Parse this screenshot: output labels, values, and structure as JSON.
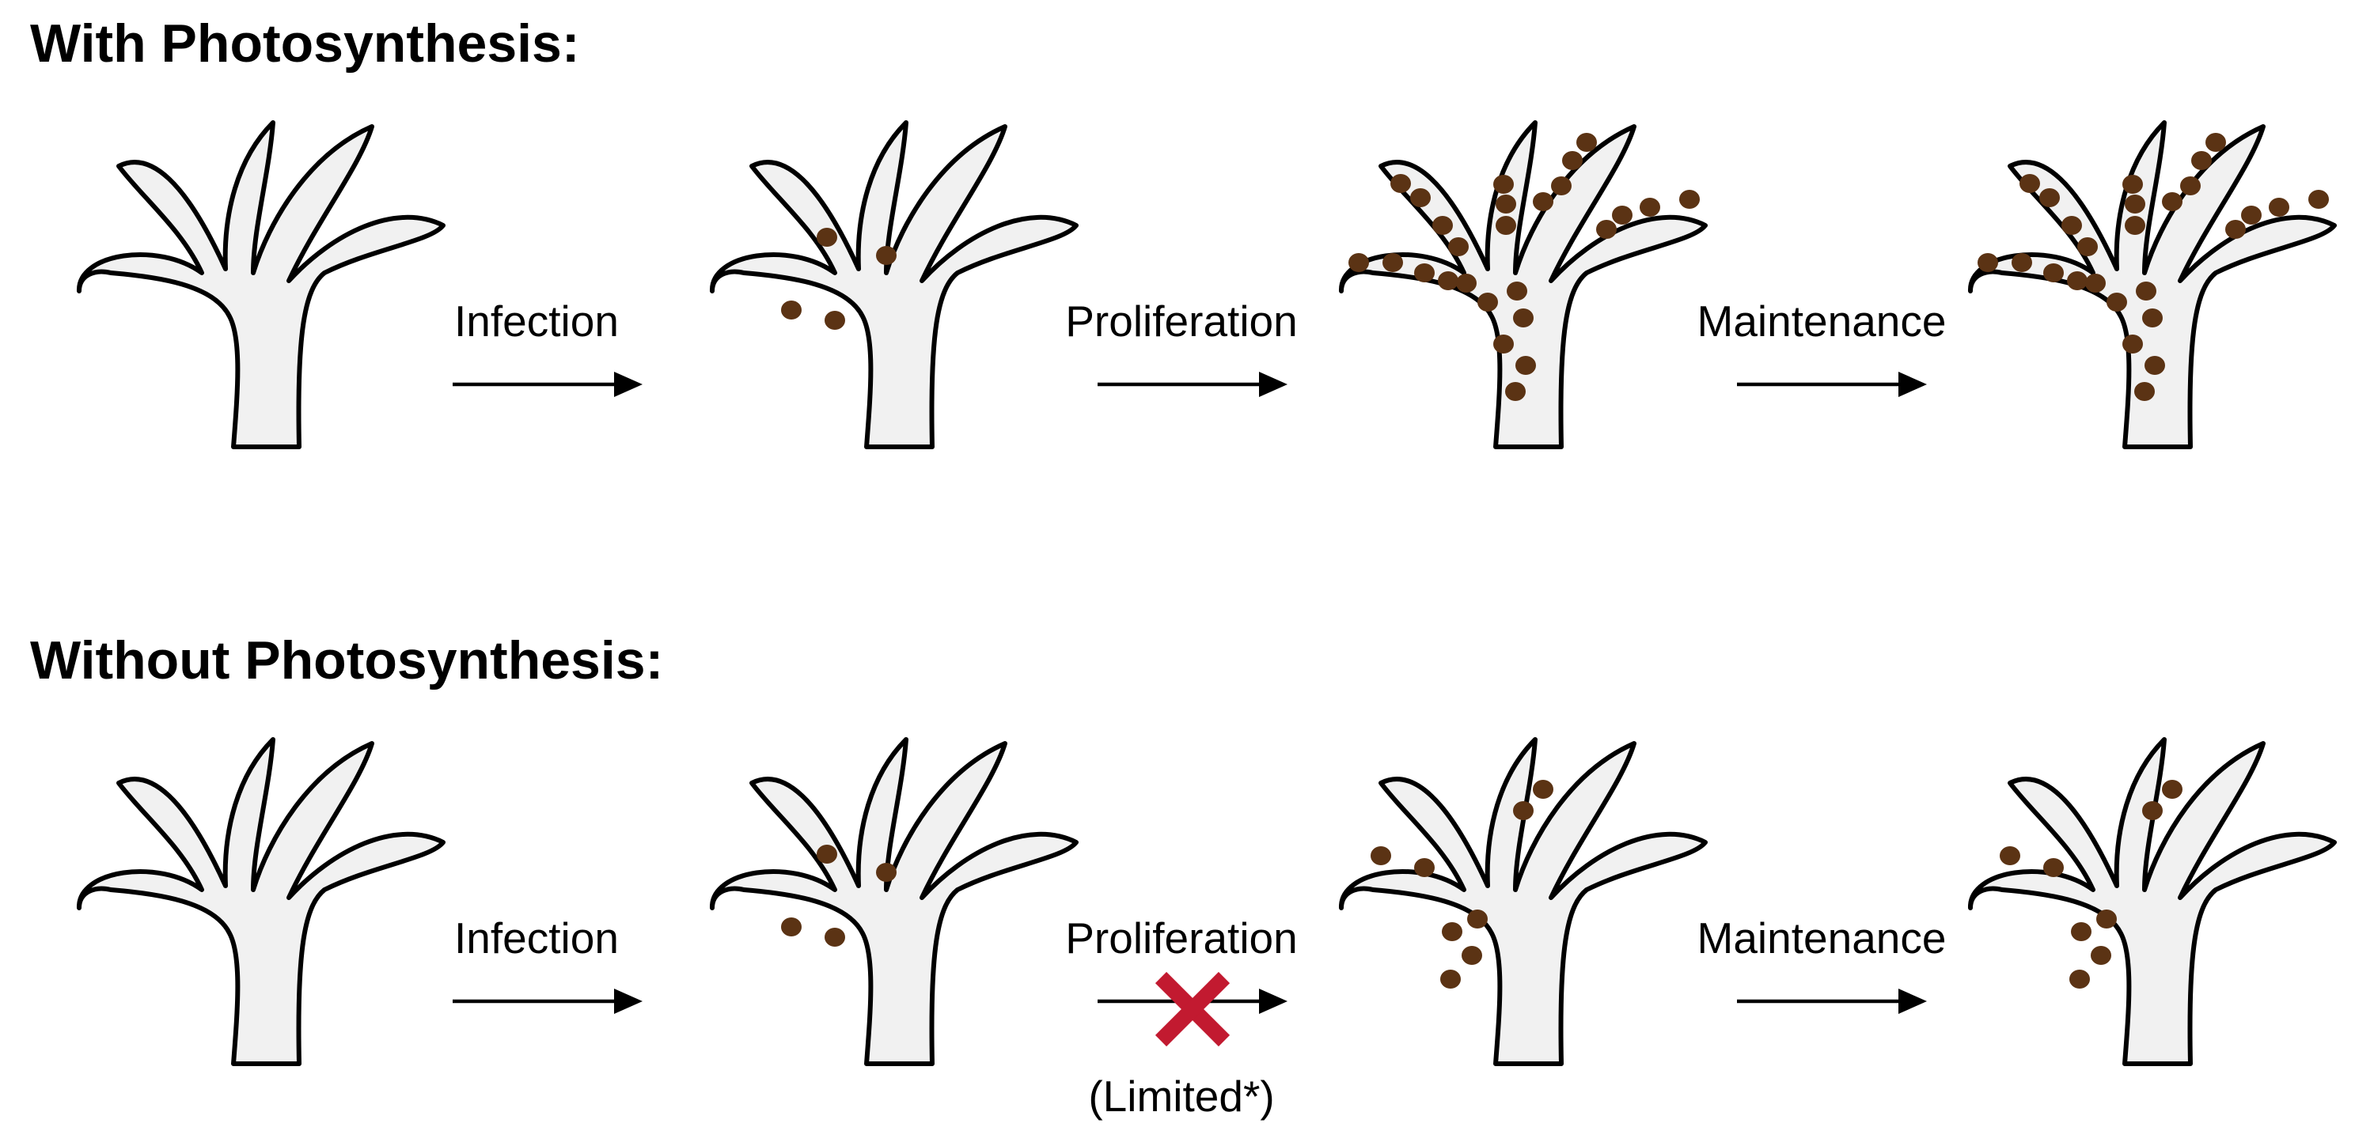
{
  "rows": [
    {
      "title": "With Photosynthesis:",
      "steps": [
        {
          "label": "Infection"
        },
        {
          "label": "Proliferation"
        },
        {
          "label": "Maintenance"
        }
      ],
      "symbiont_counts": [
        0,
        4,
        26,
        26
      ]
    },
    {
      "title": "Without Photosynthesis:",
      "steps": [
        {
          "label": "Infection"
        },
        {
          "label": "Proliferation",
          "blocked": true,
          "note": "(Limited*)"
        },
        {
          "label": "Maintenance"
        }
      ],
      "symbiont_counts": [
        0,
        4,
        8,
        8
      ]
    }
  ],
  "colors": {
    "symbiont": "#5b3314",
    "polyp_fill": "#f1f1f1",
    "polyp_outline": "#000000",
    "blocked_mark": "#c21a30",
    "arrow": "#000000"
  },
  "icons": {
    "polyp": "polyp-icon",
    "symbiont": "symbiont-cell",
    "blocked": "blocked-x-icon"
  }
}
